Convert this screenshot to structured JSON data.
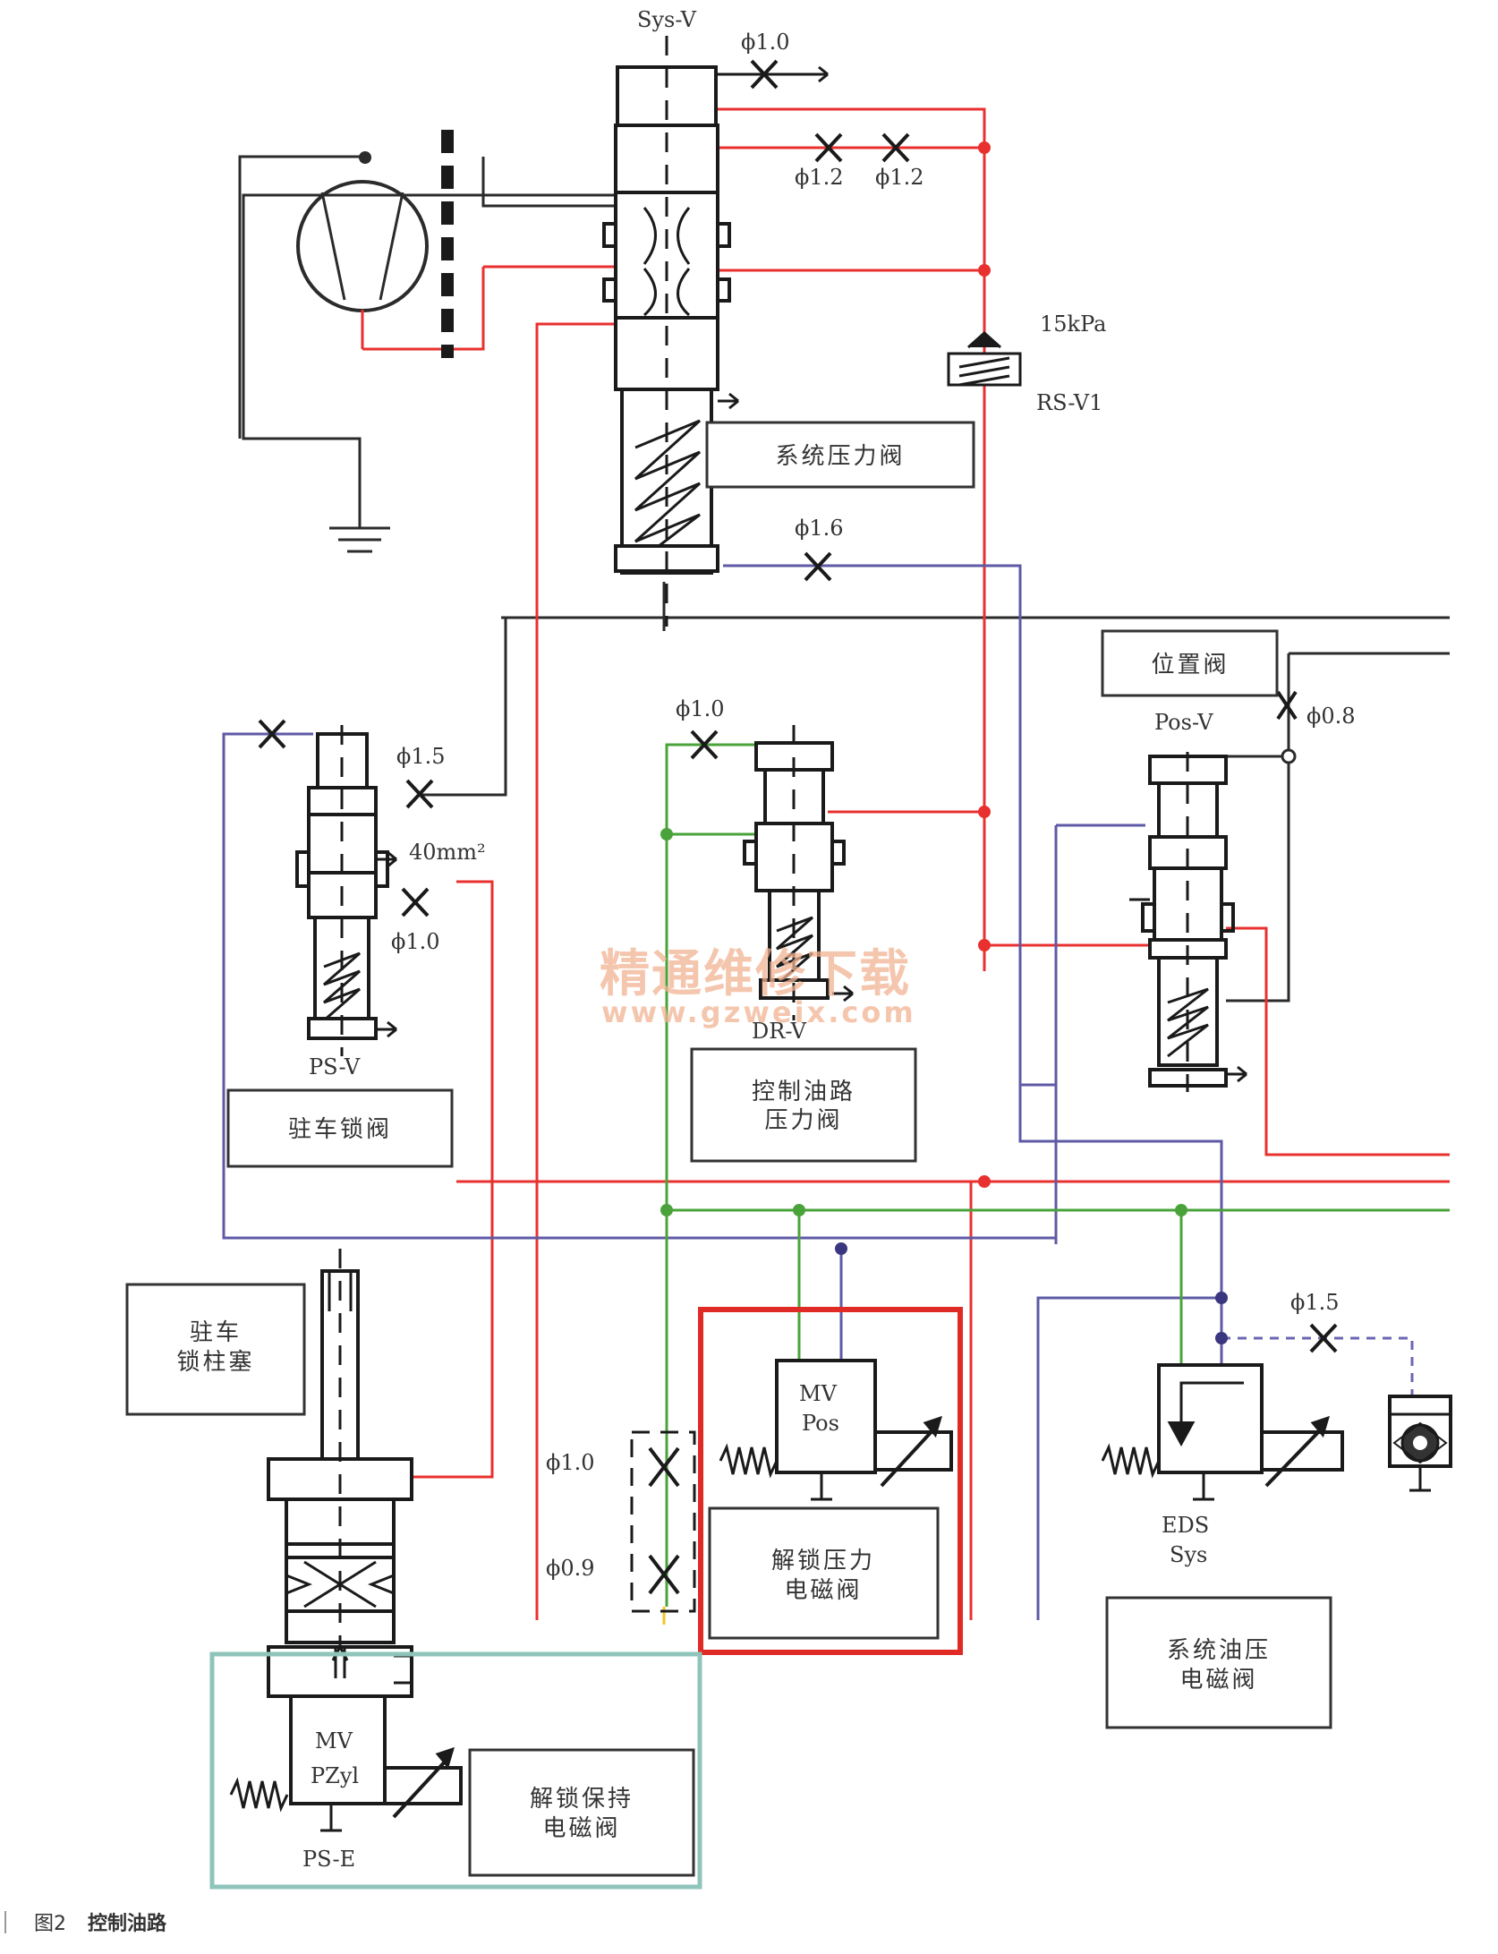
{
  "labels": {
    "sys_v": "Sys-V",
    "phi_10_top": "ϕ1.0",
    "phi_12_a": "ϕ1.2",
    "phi_12_b": "ϕ1.2",
    "kpa15": "15kPa",
    "rs_v1": "RS-V1",
    "phi_16": "ϕ1.6",
    "phi_15_ps": "ϕ1.5",
    "mm40": "40mm²",
    "phi_10_ps": "ϕ1.0",
    "ps_v": "PS-V",
    "phi_10_dr": "ϕ1.0",
    "dr_v": "DR-V",
    "pos_v": "Pos-V",
    "phi_08": "ϕ0.8",
    "mv_pos_1": "MV",
    "mv_pos_2": "Pos",
    "phi_10_low": "ϕ1.0",
    "phi_09": "ϕ0.9",
    "phi_15_eds": "ϕ1.5",
    "eds_1": "EDS",
    "eds_2": "Sys",
    "mv_pzyl_1": "MV",
    "mv_pzyl_2": "PZyl",
    "ps_e": "PS-E"
  },
  "boxes": {
    "sys_pressure_valve": "系统压力阀",
    "position_valve": "位置阀",
    "park_lock_valve": "驻车锁阀",
    "control_oil_pressure_valve_1": "控制油路",
    "control_oil_pressure_valve_2": "压力阀",
    "park_lock_piston_1": "驻车",
    "park_lock_piston_2": "锁柱塞",
    "unlock_pressure_solenoid_1": "解锁压力",
    "unlock_pressure_solenoid_2": "电磁阀",
    "system_oil_pressure_solenoid_1": "系统油压",
    "system_oil_pressure_solenoid_2": "电磁阀",
    "unlock_hold_solenoid_1": "解锁保持",
    "unlock_hold_solenoid_2": "电磁阀"
  },
  "watermark": {
    "line1": "精通维修下载",
    "line2": "www.gzweix.com"
  },
  "caption": {
    "figure": "图2",
    "title": "控制油路"
  },
  "colors": {
    "red_line": "#e8312f",
    "blue_line": "#5e5aa6",
    "green_line": "#4aa33a",
    "black_line": "#2b2b2b",
    "highlight_red": "#e02a26",
    "highlight_teal": "#8fc4bb"
  }
}
